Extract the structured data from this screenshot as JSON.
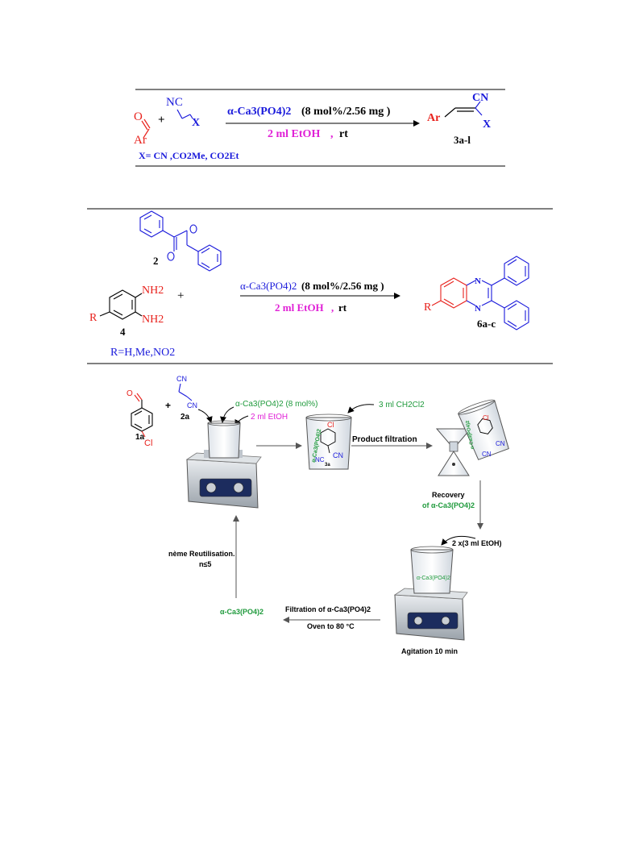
{
  "colors": {
    "red": "#e8211c",
    "blue": "#1a1adb",
    "magenta": "#e020d6",
    "green": "#1f9a3c",
    "purple": "#8b2a8b",
    "black": "#000000"
  },
  "scheme1": {
    "aldehyde_o": "O",
    "aldehyde_ar": "Ar",
    "plus": "+",
    "nitrile_nc": "NC",
    "nitrile_x": "X",
    "catalyst": "α-Ca3(PO4)2",
    "catalyst_loading": "(8 mol%/2.56 mg )",
    "solvent": "2 ml EtOH",
    "conditions_sep": ",",
    "temp": "rt",
    "product_cn": "CN",
    "product_ar": "Ar",
    "product_x": "X",
    "product_id": "3a-l",
    "x_def": "X= CN ,CO2Me, CO2Et"
  },
  "scheme2": {
    "benzil_id": "2",
    "diamine_nh2_top": "NH2",
    "diamine_nh2_bottom": "NH2",
    "diamine_r": "R",
    "diamine_id": "4",
    "plus": "+",
    "catalyst": "α-Ca3(PO4)2",
    "catalyst_loading": "(8 mol%/2.56 mg )",
    "solvent": "2 ml EtOH",
    "conditions_sep": ",",
    "temp": "rt",
    "product_n1": "N",
    "product_n2": "N",
    "product_r": "R",
    "product_id": "6a-c",
    "r_def": "R=H,Me,NO2"
  },
  "workflow": {
    "label_1a": "1a",
    "label_cl": "Cl",
    "label_o": "O",
    "label_2a": "2a",
    "label_cn1": "CN",
    "label_cn2": "CN",
    "plus": "+",
    "catalyst_add": "α-Ca3(PO4)2 (8 mol%)",
    "etoh_add": "2 ml EtOH",
    "dcm_add": "3 ml CH2Cl2",
    "product_filtration": "Product filtration",
    "recovery_1": "Recovery",
    "recovery_2": "of α-Ca3(PO4)2",
    "wash": "2 x(3 ml EtOH)",
    "agitation": "Agitation 10 min",
    "filtration": "Filtration of  α-Ca3(PO4)2",
    "oven": "Oven to 80 °C",
    "recovered_catalyst": "α-Ca3(PO4)2",
    "reuse_1": "nème Reutilisation.",
    "reuse_2": "n≤5",
    "beaker_product": "3a",
    "beaker_cl": "Cl",
    "beaker_cn": "CN",
    "beaker_nc": "NC",
    "beaker_catalyst": "α-Ca3(PO4)2",
    "funnel_cl": "Cl",
    "funnel_cn": "CN",
    "funnel_cn2": "CN",
    "funnel_catalyst": "α-Ca3(PO4)2",
    "wash_beaker_catalyst": "α-Ca3(PO4)2"
  }
}
